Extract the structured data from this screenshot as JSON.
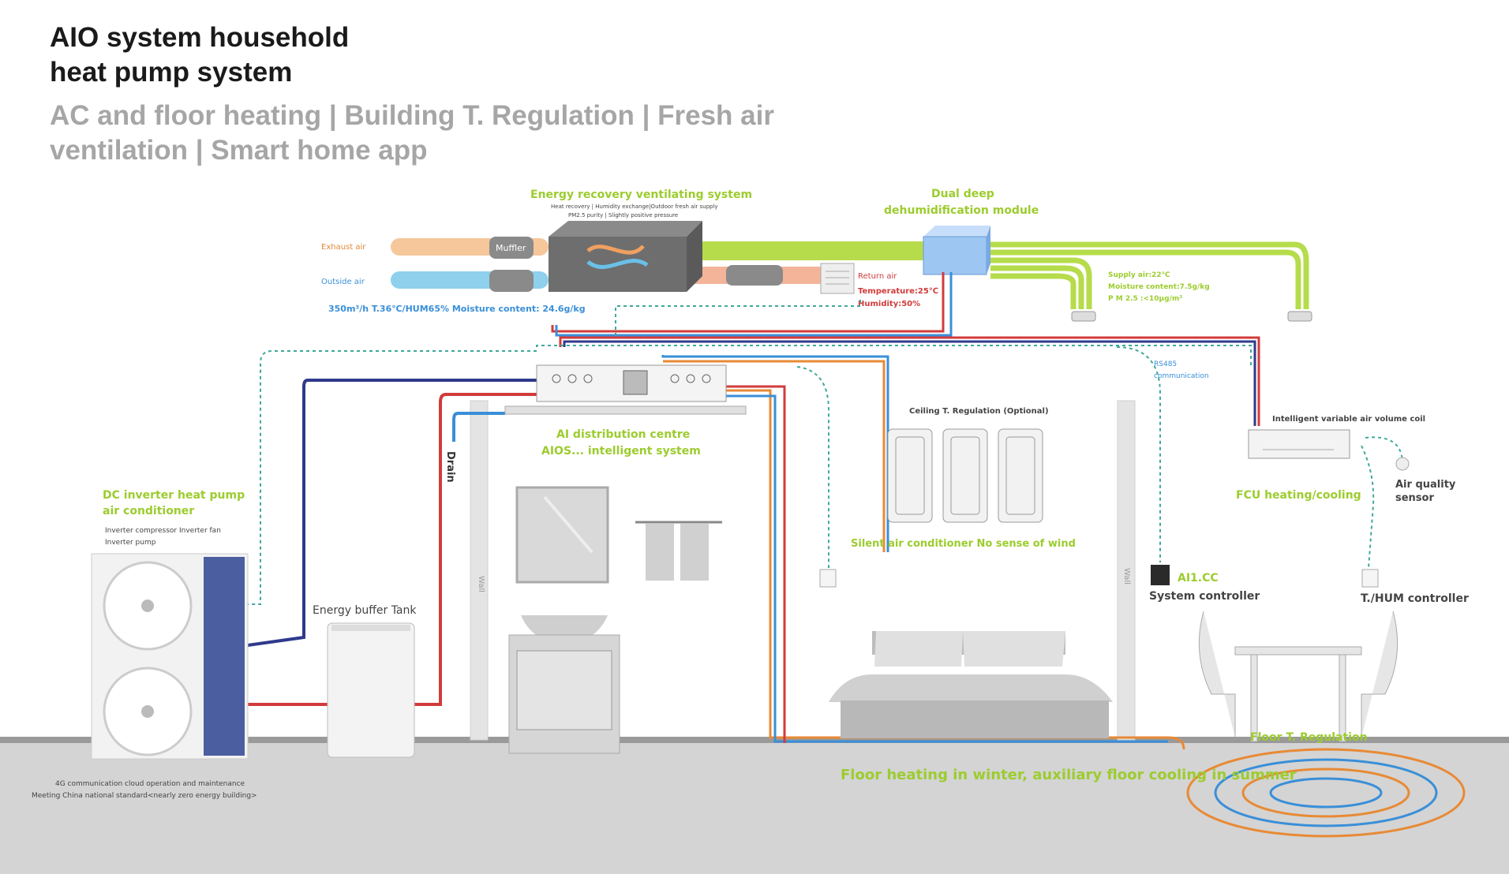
{
  "title_line1": "AIO system household",
  "title_line2": "heat pump system",
  "subtitle": "AC and floor heating | Building T. Regulation | Fresh air ventilation | Smart home app",
  "erv": {
    "title": "Energy recovery ventilating system",
    "desc1": "Heat recovery | Humidity exchange|Outdoor fresh air supply",
    "desc2": "PM2.5 purity | Slightly positive pressure",
    "muffler": "Muffler",
    "exhaust": "Exhaust air",
    "outside": "Outside air",
    "spec": "350m³/h  T.36℃/HUM65% Moisture content:  24.6g/kg"
  },
  "return_air": {
    "label": "Return air",
    "temp": "Temperature:25℃",
    "hum": "Humidity:50%"
  },
  "dehum": {
    "line1": "Dual deep",
    "line2": "dehumidification module"
  },
  "supply": {
    "line1": "Supply air:22℃",
    "line2": "Moisture content:7.5g/kg",
    "line3": "P M 2.5 :<10μg/m³"
  },
  "rs485": {
    "line1": "RS485",
    "line2": "communication"
  },
  "distribution": {
    "line1": "AI distribution centre",
    "line2": "AIOS... intelligent system"
  },
  "drain": "Drain",
  "heat_pump": {
    "title1": "DC inverter heat pump",
    "title2": "air conditioner",
    "desc1": "Inverter compressor Inverter fan",
    "desc2": "Inverter  pump"
  },
  "footer": {
    "line1": "4G communication cloud operation and maintenance",
    "line2": "Meeting China national standard<nearly zero energy building>"
  },
  "tank": "Energy buffer Tank",
  "wall": "Wall",
  "ceiling": {
    "title": "Ceiling T. Regulation (Optional)",
    "caption": "Silent air conditioner  No sense of wind"
  },
  "ivav": "Intelligent variable air volume coil",
  "fcu": "FCU heating/cooling",
  "air_quality": {
    "line1": "Air quality",
    "line2": "sensor"
  },
  "system_controller": {
    "badge": "AI1.CC",
    "label": "System controller"
  },
  "thum": "T./HUM controller",
  "floor_t": "Floor T. Regulation",
  "floor_heating": "Floor heating in winter, auxiliary floor cooling in summer",
  "colors": {
    "green": "#9ccc2e",
    "red": "#d23b3b",
    "blue": "#3a8fd8",
    "orange": "#e88a35",
    "navy": "#2f3a8c",
    "teal": "#3fa89a"
  }
}
